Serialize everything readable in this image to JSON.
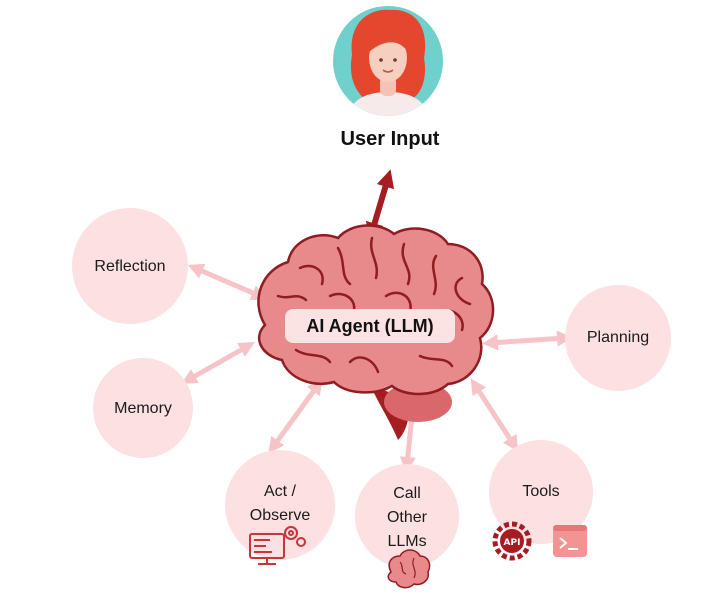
{
  "user": {
    "label": "User Input",
    "avatar_icon": "woman-avatar-icon"
  },
  "agent": {
    "label": "AI Agent (LLM)",
    "icon": "brain-icon"
  },
  "nodes": {
    "reflection": {
      "label": "Reflection"
    },
    "memory": {
      "label": "Memory"
    },
    "planning": {
      "label": "Planning"
    },
    "act_observe": {
      "line1": "Act /",
      "line2": "Observe",
      "icon": "monitor-gear-icon"
    },
    "call_llms": {
      "line1": "Call",
      "line2": "Other",
      "line3": "LLMs",
      "icon": "brain-icon"
    },
    "tools": {
      "label": "Tools",
      "icons": [
        "api-gear-icon",
        "terminal-icon"
      ]
    }
  },
  "colors": {
    "node_fill": "#fce0e2",
    "arrow_light": "#f6c4c8",
    "arrow_dark": "#a61c22",
    "brain_fill": "#e8898c",
    "brain_line": "#8f1d22",
    "avatar_bg": "#6fd0cc",
    "hair": "#e4472e"
  }
}
